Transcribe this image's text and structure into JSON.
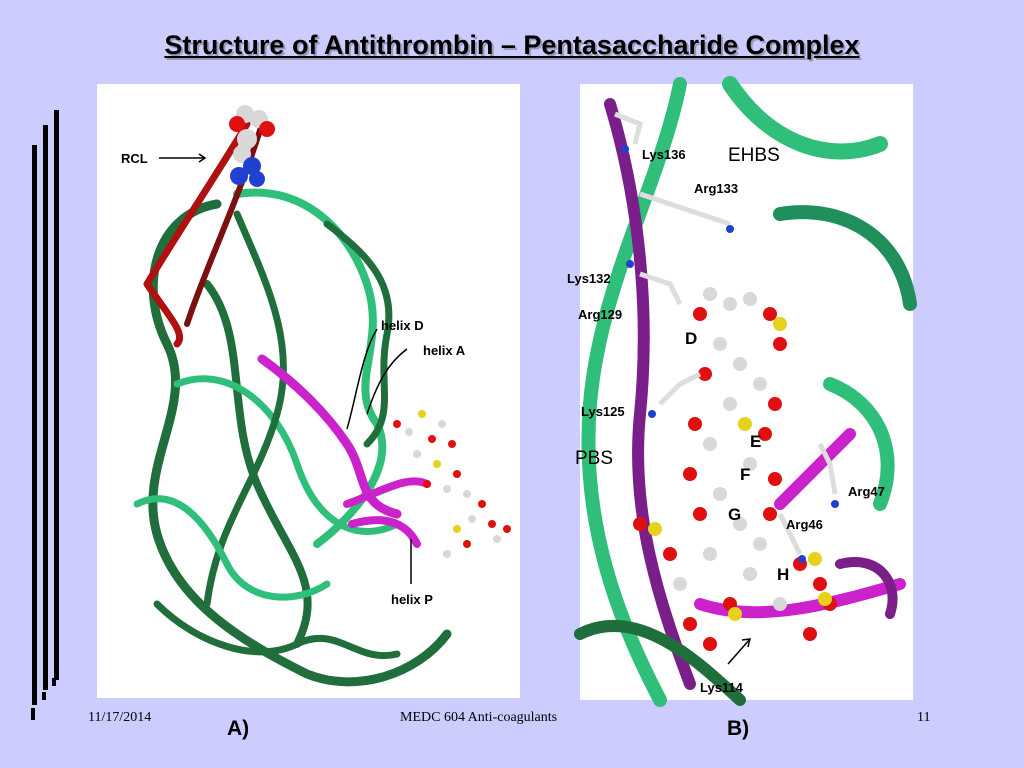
{
  "title": "Structure of Antithrombin – Pentasaccharide Complex",
  "panel_a": {
    "labels": {
      "rcl": "RCL",
      "helix_d": "helix D",
      "helix_a": "helix A",
      "helix_p": "helix P"
    },
    "caption": "A)"
  },
  "panel_b": {
    "labels": {
      "lys136": "Lys136",
      "ehbs": "EHBS",
      "arg133": "Arg133",
      "lys132": "Lys132",
      "arg129": "Arg129",
      "d": "D",
      "lys125": "Lys125",
      "e": "E",
      "pbs": "PBS",
      "f": "F",
      "arg47": "Arg47",
      "g": "G",
      "arg46": "Arg46",
      "h": "H",
      "lys114": "Lys114"
    },
    "caption": "B)"
  },
  "footer": {
    "date": "11/17/2014",
    "course": "MEDC 604 Anti-coagulants",
    "page": "11"
  },
  "colors": {
    "background": "#CCCCFF",
    "protein_dark": "#1f6e3c",
    "protein_light": "#2fbf7a",
    "rcl": "#b01010",
    "helix": "#cc22cc",
    "oxygen": "#e01010",
    "sulfur": "#e6d21a",
    "carbon": "#d8d8d8",
    "nitrogen": "#2040d0"
  }
}
